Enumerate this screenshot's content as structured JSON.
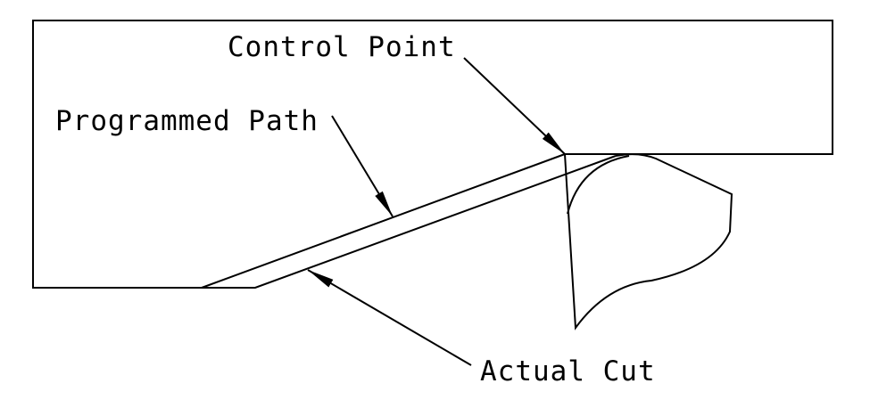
{
  "labels": {
    "control_point": "Control Point",
    "programmed_path": "Programmed Path",
    "actual_cut": "Actual Cut"
  },
  "colors": {
    "line": "#000000",
    "background": "#ffffff"
  }
}
